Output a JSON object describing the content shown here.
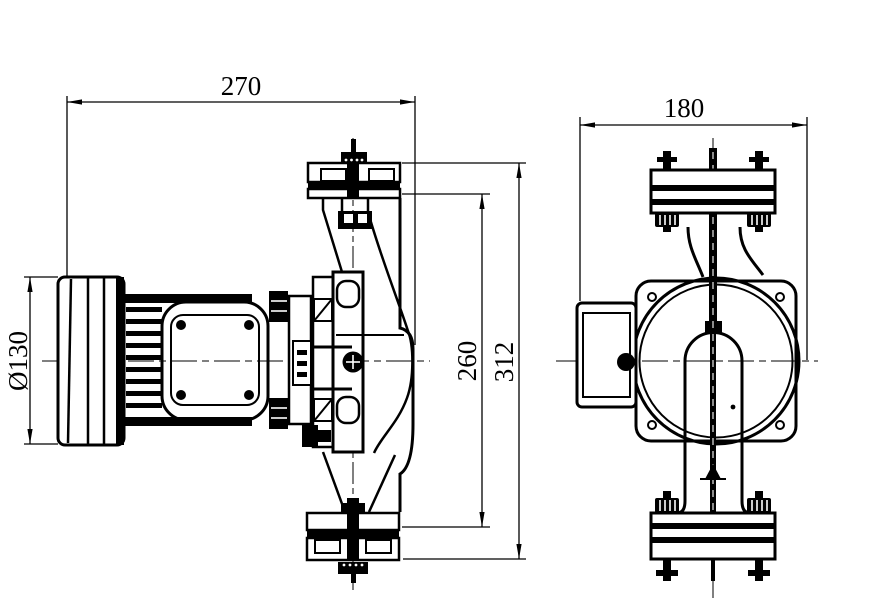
{
  "drawing": {
    "background": "#ffffff",
    "ink": "#000000",
    "views": {
      "side": {
        "dims": {
          "overall_length": "270",
          "motor_diameter": "Ø130",
          "flange_span": "260",
          "overall_height": "312"
        }
      },
      "front": {
        "dims": {
          "overall_width": "180"
        }
      }
    }
  }
}
